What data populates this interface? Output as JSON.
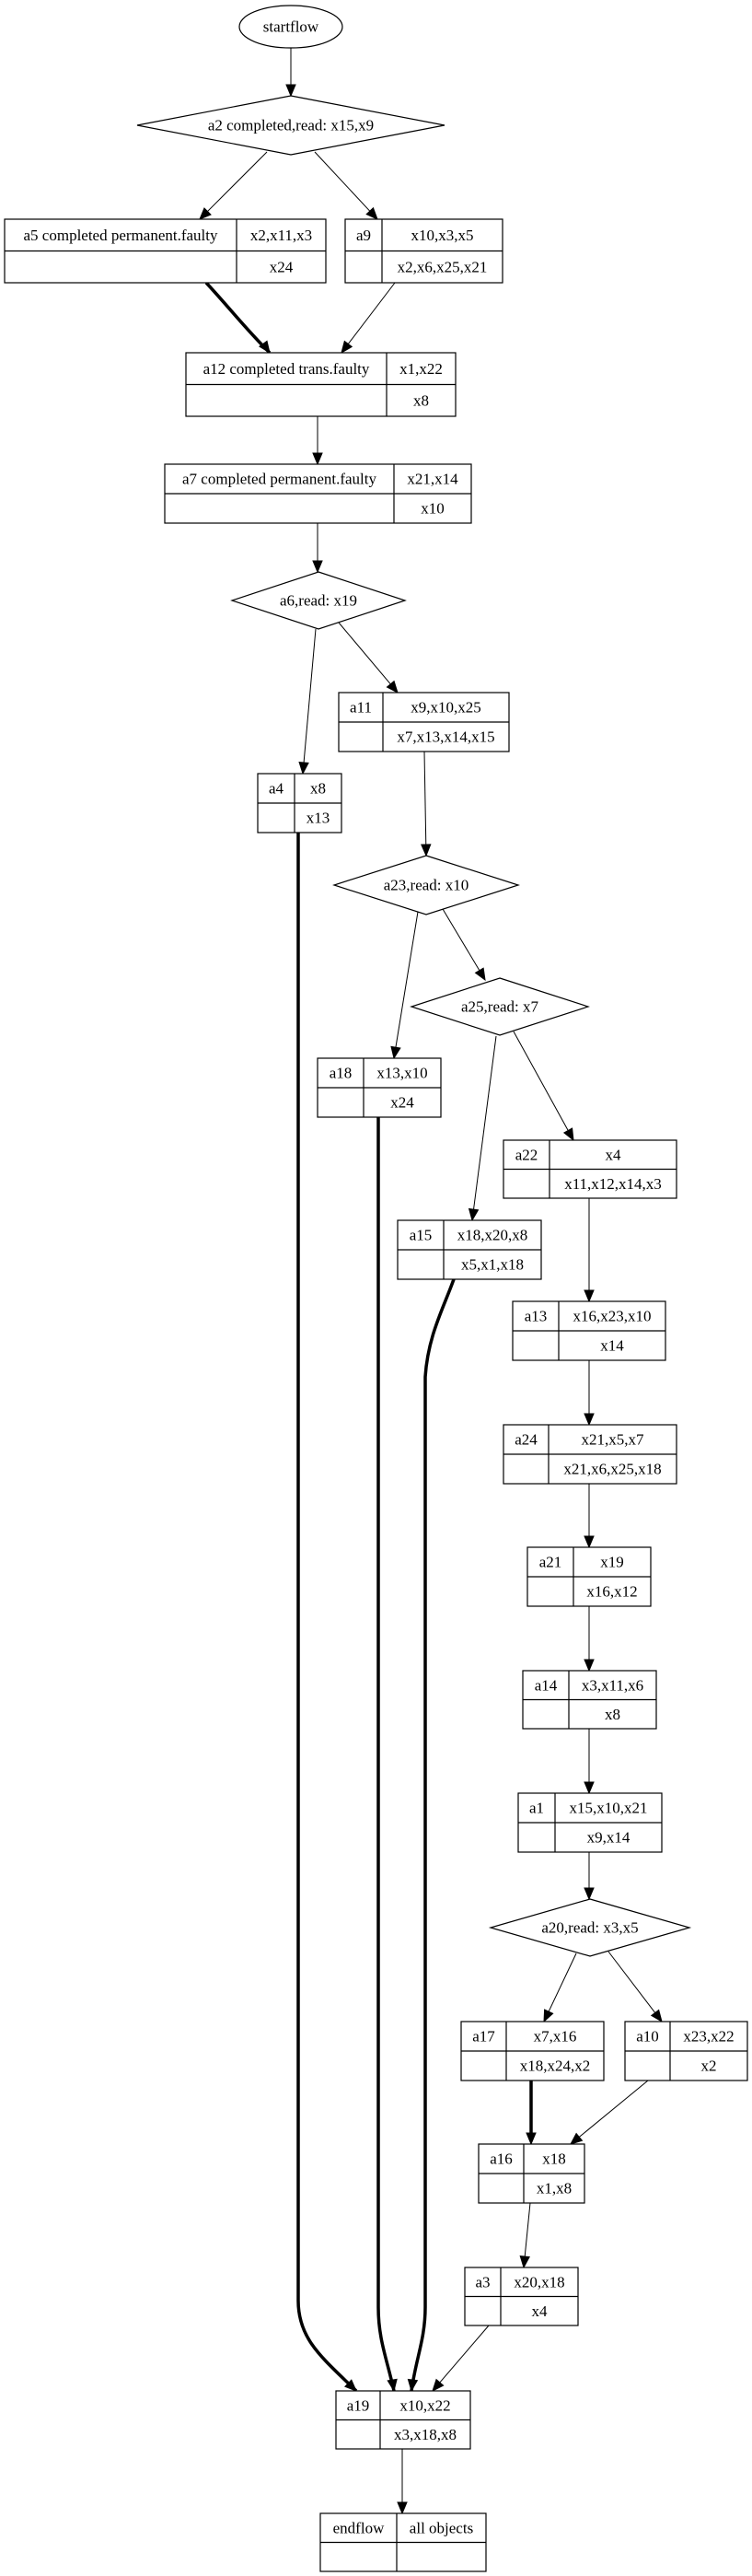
{
  "diagram": {
    "type": "flow-graph",
    "nodes": [
      {
        "id": "startflow",
        "shape": "ellipse",
        "label": "startflow"
      },
      {
        "id": "a2",
        "shape": "diamond",
        "label": "a2 completed,read: x15,x9"
      },
      {
        "id": "a5",
        "shape": "record",
        "name": "a5 completed permanent.faulty",
        "top": "x2,x11,x3",
        "bottom": "x24"
      },
      {
        "id": "a9",
        "shape": "record",
        "name": "a9",
        "top": "x10,x3,x5",
        "bottom": "x2,x6,x25,x21"
      },
      {
        "id": "a12",
        "shape": "record",
        "name": "a12 completed trans.faulty",
        "top": "x1,x22",
        "bottom": "x8"
      },
      {
        "id": "a7",
        "shape": "record",
        "name": "a7 completed permanent.faulty",
        "top": "x21,x14",
        "bottom": "x10"
      },
      {
        "id": "a6",
        "shape": "diamond",
        "label": "a6,read: x19"
      },
      {
        "id": "a11",
        "shape": "record",
        "name": "a11",
        "top": "x9,x10,x25",
        "bottom": "x7,x13,x14,x15"
      },
      {
        "id": "a4",
        "shape": "record",
        "name": "a4",
        "top": "x8",
        "bottom": "x13"
      },
      {
        "id": "a23",
        "shape": "diamond",
        "label": "a23,read: x10"
      },
      {
        "id": "a25",
        "shape": "diamond",
        "label": "a25,read: x7"
      },
      {
        "id": "a18",
        "shape": "record",
        "name": "a18",
        "top": "x13,x10",
        "bottom": "x24"
      },
      {
        "id": "a22",
        "shape": "record",
        "name": "a22",
        "top": "x4",
        "bottom": "x11,x12,x14,x3"
      },
      {
        "id": "a15",
        "shape": "record",
        "name": "a15",
        "top": "x18,x20,x8",
        "bottom": "x5,x1,x18"
      },
      {
        "id": "a13",
        "shape": "record",
        "name": "a13",
        "top": "x16,x23,x10",
        "bottom": "x14"
      },
      {
        "id": "a24",
        "shape": "record",
        "name": "a24",
        "top": "x21,x5,x7",
        "bottom": "x21,x6,x25,x18"
      },
      {
        "id": "a21",
        "shape": "record",
        "name": "a21",
        "top": "x19",
        "bottom": "x16,x12"
      },
      {
        "id": "a14",
        "shape": "record",
        "name": "a14",
        "top": "x3,x11,x6",
        "bottom": "x8"
      },
      {
        "id": "a1",
        "shape": "record",
        "name": "a1",
        "top": "x15,x10,x21",
        "bottom": "x9,x14"
      },
      {
        "id": "a20",
        "shape": "diamond",
        "label": "a20,read: x3,x5"
      },
      {
        "id": "a17",
        "shape": "record",
        "name": "a17",
        "top": "x7,x16",
        "bottom": "x18,x24,x2"
      },
      {
        "id": "a10",
        "shape": "record",
        "name": "a10",
        "top": "x23,x22",
        "bottom": "x2"
      },
      {
        "id": "a16",
        "shape": "record",
        "name": "a16",
        "top": "x18",
        "bottom": "x1,x8"
      },
      {
        "id": "a3",
        "shape": "record",
        "name": "a3",
        "top": "x20,x18",
        "bottom": "x4"
      },
      {
        "id": "a19",
        "shape": "record",
        "name": "a19",
        "top": "x10,x22",
        "bottom": "x3,x18,x8"
      },
      {
        "id": "endflow",
        "shape": "record",
        "name": "endflow",
        "top": "all objects",
        "bottom": ""
      }
    ],
    "edges": [
      {
        "from": "startflow",
        "to": "a2",
        "bold": false
      },
      {
        "from": "a2",
        "to": "a5",
        "bold": false
      },
      {
        "from": "a2",
        "to": "a9",
        "bold": false
      },
      {
        "from": "a5",
        "to": "a12",
        "bold": true
      },
      {
        "from": "a9",
        "to": "a12",
        "bold": false
      },
      {
        "from": "a12",
        "to": "a7",
        "bold": false
      },
      {
        "from": "a7",
        "to": "a6",
        "bold": false
      },
      {
        "from": "a6",
        "to": "a4",
        "bold": false
      },
      {
        "from": "a6",
        "to": "a11",
        "bold": false
      },
      {
        "from": "a11",
        "to": "a23",
        "bold": false
      },
      {
        "from": "a23",
        "to": "a18",
        "bold": false
      },
      {
        "from": "a23",
        "to": "a25",
        "bold": false
      },
      {
        "from": "a25",
        "to": "a15",
        "bold": false
      },
      {
        "from": "a25",
        "to": "a22",
        "bold": false
      },
      {
        "from": "a22",
        "to": "a13",
        "bold": false
      },
      {
        "from": "a13",
        "to": "a24",
        "bold": false
      },
      {
        "from": "a24",
        "to": "a21",
        "bold": false
      },
      {
        "from": "a21",
        "to": "a14",
        "bold": false
      },
      {
        "from": "a14",
        "to": "a1",
        "bold": false
      },
      {
        "from": "a1",
        "to": "a20",
        "bold": false
      },
      {
        "from": "a20",
        "to": "a17",
        "bold": false
      },
      {
        "from": "a20",
        "to": "a10",
        "bold": false
      },
      {
        "from": "a17",
        "to": "a16",
        "bold": true
      },
      {
        "from": "a10",
        "to": "a16",
        "bold": false
      },
      {
        "from": "a16",
        "to": "a3",
        "bold": false
      },
      {
        "from": "a4",
        "to": "a19",
        "bold": true
      },
      {
        "from": "a18",
        "to": "a19",
        "bold": true
      },
      {
        "from": "a15",
        "to": "a19",
        "bold": true
      },
      {
        "from": "a3",
        "to": "a19",
        "bold": false
      },
      {
        "from": "a19",
        "to": "endflow",
        "bold": false
      }
    ]
  }
}
